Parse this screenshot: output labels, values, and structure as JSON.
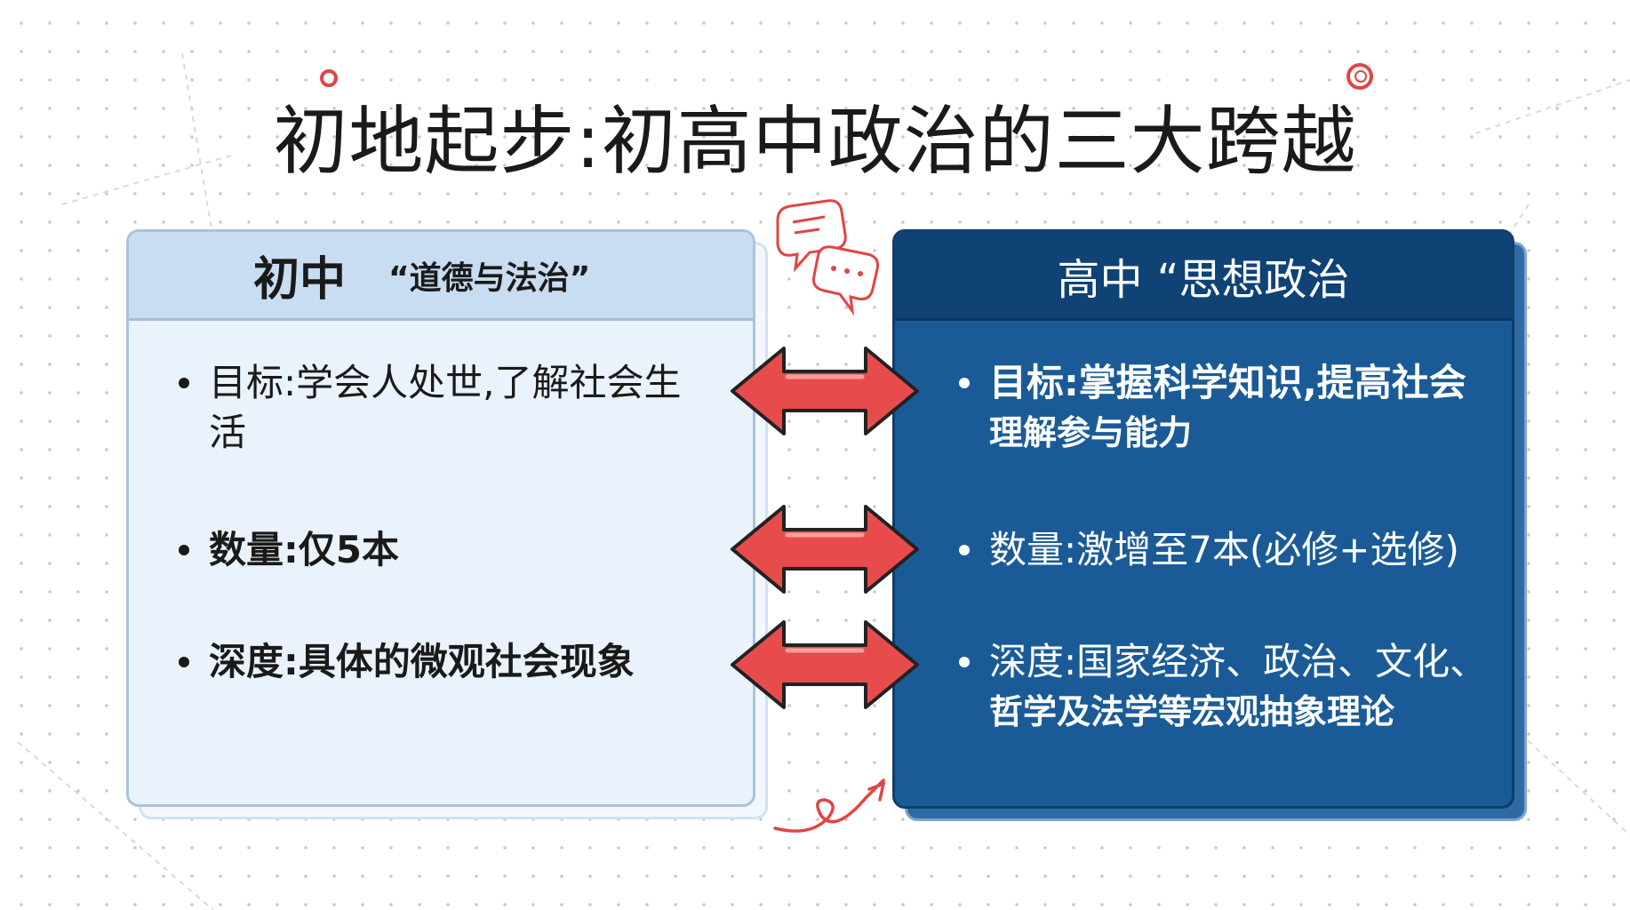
{
  "title": "初地起步:初高中政治的三大跨越",
  "left": {
    "header_main": "初中",
    "header_sub": "“道德与法治”",
    "items": [
      {
        "line1": "目标:学会人处世,了解社会生",
        "line2": "活"
      },
      {
        "line1": "数量:仅5本"
      },
      {
        "line1": "深度:具体的微观社会现象"
      }
    ]
  },
  "right": {
    "header_main": "高中",
    "header_sub": "“思想政治",
    "items": [
      {
        "line1": "目标:掌握科学知识,提高社会",
        "line2": "理解参与能力"
      },
      {
        "line1": "数量:激增至7本(必修+选修)"
      },
      {
        "line1": "深度:国家经济、政治、文化、",
        "line2": "哲学及法学等宏观抽象理论"
      }
    ]
  },
  "colors": {
    "left_header": "#c8dcf2",
    "left_body": "#eaf2fb",
    "right_header": "#0f4275",
    "right_body": "#1a5b97",
    "arrow_fill": "#e84b4b",
    "accent_red": "#e04545"
  },
  "icons": [
    "double-arrow-icon",
    "speech-bubble-icon",
    "chat-dots-icon",
    "swirl-arrow-icon"
  ]
}
